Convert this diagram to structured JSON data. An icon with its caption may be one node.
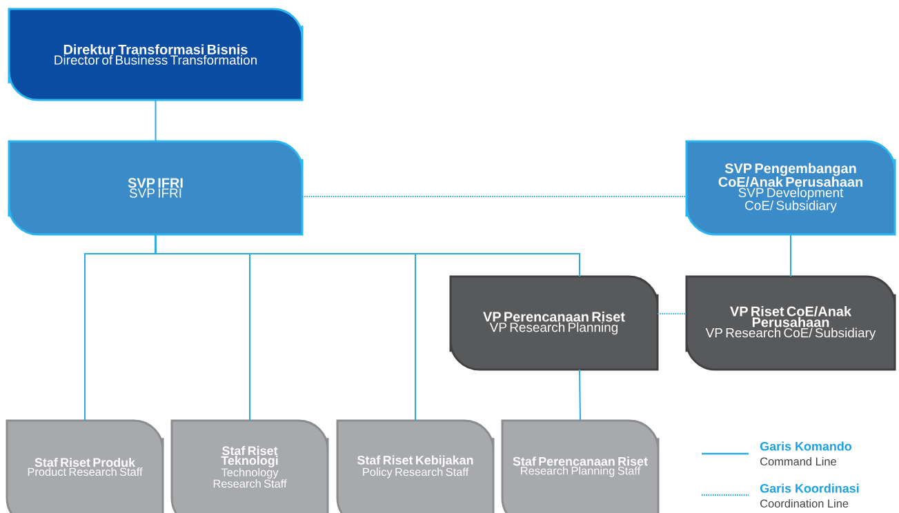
{
  "diagram": {
    "nodes": [
      {
        "text": [
          "Direktur Transformasi Bisnis",
          "Director of Business Transformation"
        ]
      },
      {
        "text": [
          "SVP IFRI",
          "SVP IFRI"
        ]
      },
      {
        "text": [
          "SVP Pengembangan CoE/Anak Perusahaan",
          "SVP Development CoE/ Subsidiary"
        ]
      },
      {
        "text": [
          "VP Perencanaan Riset",
          "VP Research Planning"
        ]
      },
      {
        "text": [
          "VP Riset CoE/Anak Perusahaan",
          "VP Research CoE/ Subsidiary"
        ]
      },
      {
        "text": [
          "Staf Riset Produk",
          "Product Research Staff"
        ]
      },
      {
        "text": [
          "Staf Riset Teknologi",
          "Technology Research Staff"
        ]
      },
      {
        "text": [
          "Staf Riset Kebijakan",
          "Policy Research Staff"
        ]
      },
      {
        "text": [
          "Staf Perencanaan Riset",
          "Research Planning Staff"
        ]
      }
    ],
    "edges": [
      {
        "from": 0,
        "to": 1,
        "arrow": "none"
      },
      {
        "from": 1,
        "to": 2,
        "arrow": "none",
        "style": "dashed"
      },
      {
        "from": 1,
        "to": 5,
        "arrow": "none"
      },
      {
        "from": 1,
        "to": 6,
        "arrow": "none"
      },
      {
        "from": 1,
        "to": 7,
        "arrow": "none"
      },
      {
        "from": 1,
        "to": 3,
        "arrow": "none"
      },
      {
        "from": 2,
        "to": 4,
        "arrow": "none"
      },
      {
        "from": 3,
        "to": 4,
        "arrow": "none",
        "style": "dashed"
      },
      {
        "from": 3,
        "to": 8,
        "arrow": "none"
      }
    ],
    "labels": [
      "Command Line",
      "Coordination Line"
    ],
    "legend": [
      {
        "text": "Garis Komando"
      },
      {
        "text": "Garis Koordinasi"
      }
    ]
  }
}
